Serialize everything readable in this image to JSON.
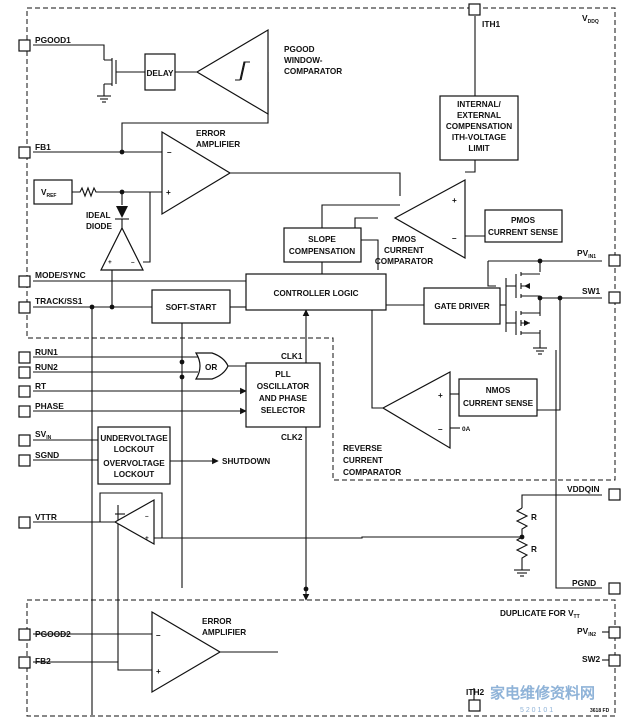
{
  "pins": {
    "ith1": "ITH1",
    "vddq": "V",
    "vddq_sub": "DDQ",
    "pgood1": "PGOOD1",
    "fb1": "FB1",
    "mode_sync": "MODE/SYNC",
    "track_ss1": "TRACK/SS1",
    "pvin1": "PV",
    "pvin1_sub": "IN1",
    "sw1": "SW1",
    "run1": "RUN1",
    "run2": "RUN2",
    "rt": "RT",
    "phase": "PHASE",
    "svin": "SV",
    "svin_sub": "IN",
    "sgnd": "SGND",
    "vddqin": "VDDQIN",
    "vttr": "VTTR",
    "pgnd": "PGND",
    "pgood2": "PGOOD2",
    "fb2": "FB2",
    "pvin2": "PV",
    "pvin2_sub": "IN2",
    "sw2": "SW2",
    "ith2": "ITH2"
  },
  "blocks": {
    "delay": "DELAY",
    "pgood_comp": [
      "PGOOD",
      "WINDOW-",
      "COMPARATOR"
    ],
    "error_amp1": [
      "ERROR",
      "AMPLIFIER"
    ],
    "compensation": [
      "INTERNAL/",
      "EXTERNAL",
      "COMPENSATION",
      "ITH-VOLTAGE",
      "LIMIT"
    ],
    "vref": "V",
    "vref_sub": "REF",
    "ideal_diode": [
      "IDEAL",
      "DIODE"
    ],
    "slope_comp": [
      "SLOPE",
      "COMPENSATION"
    ],
    "pmos_comp": [
      "PMOS",
      "CURRENT",
      "COMPARATOR"
    ],
    "pmos_sense": [
      "PMOS",
      "CURRENT SENSE"
    ],
    "controller": "CONTROLLER LOGIC",
    "soft_start": "SOFT-START",
    "gate_driver": "GATE DRIVER",
    "or_gate": "OR",
    "clk1": "CLK1",
    "clk2": "CLK2",
    "pll": [
      "PLL",
      "OSCILLATOR",
      "AND PHASE",
      "SELECTOR"
    ],
    "nmos_sense": [
      "NMOS",
      "CURRENT SENSE"
    ],
    "zero_amp": "0A",
    "uvlo": [
      "UNDERVOLTAGE",
      "LOCKOUT",
      "OVERVOLTAGE",
      "LOCKOUT"
    ],
    "shutdown": "SHUTDOWN",
    "reverse_comp": [
      "REVERSE",
      "CURRENT",
      "COMPARATOR"
    ],
    "resistor": "R",
    "duplicate": "DUPLICATE FOR V",
    "duplicate_sub": "TT",
    "error_amp2": [
      "ERROR",
      "AMPLIFIER"
    ],
    "part_code": "3618 FD"
  },
  "watermark": {
    "cn": "家电维修资料网",
    "url": "5 2 0 1 0 1"
  }
}
